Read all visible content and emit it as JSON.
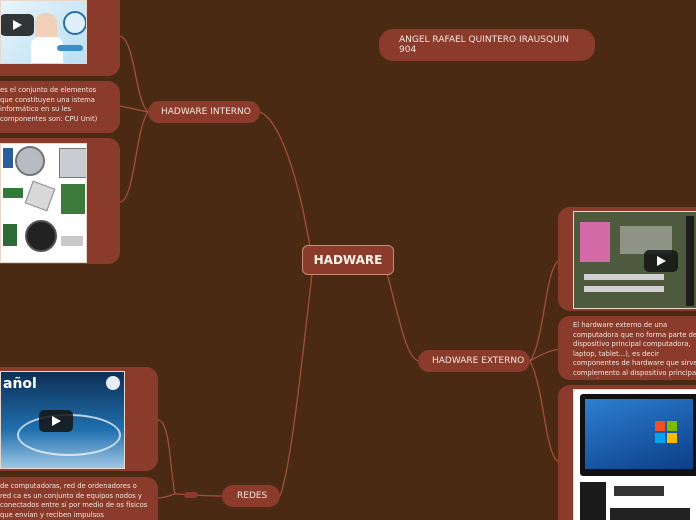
{
  "central": {
    "label": "HADWARE"
  },
  "author": {
    "label": "ANGEL RAFAEL QUINTERO IRAUSQUIN 904"
  },
  "branches": {
    "interno": {
      "label": "HADWARE INTERNO",
      "description": "es el conjunto de elementos que constituyen una istema informático en su les componentes son: CPU Unit)"
    },
    "externo": {
      "label": "HADWARE EXTERNO",
      "description": "El hardware externo de una computadora que no forma parte del dispositivo principal computadora, laptop, tablet...), es decir componentes de hardware que sirven complemento al dispositivo principal potencian su uso"
    },
    "redes": {
      "label": "REDES",
      "description": "de computadoras, red de ordenadores o red ca es un conjunto de equipos nodos y conectados entre sí por medio de os físicos que envían y reciben impulsos",
      "video_caption": "añol"
    }
  },
  "icons": [
    "play-icon",
    "windows-logo-icon",
    "globe-icon"
  ],
  "colors": {
    "background": "#4a2a12",
    "node": "#8a3b2c",
    "connector": "#a0503c",
    "text": "#f3e6dc"
  }
}
